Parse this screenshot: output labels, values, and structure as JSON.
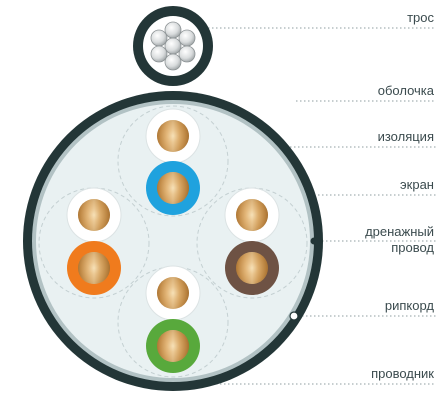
{
  "labels": {
    "tros": "трос",
    "obolochka": "оболочка",
    "izolyaciya": "изоляция",
    "ekran": "экран",
    "drenazh_line1": "дренажный",
    "drenazh_line2": "провод",
    "ripkord": "рипкорд",
    "provodnik": "проводник"
  },
  "colors": {
    "sheath": "#233637",
    "screen": "#b2c2c4",
    "cable_fill": "#e9f1f2",
    "copper": "#d4a35e",
    "pair_blue": "#1fa2de",
    "pair_orange": "#f07b1d",
    "pair_brown": "#6e5244",
    "pair_green": "#58a93c",
    "pair_white": "#ffffff"
  }
}
